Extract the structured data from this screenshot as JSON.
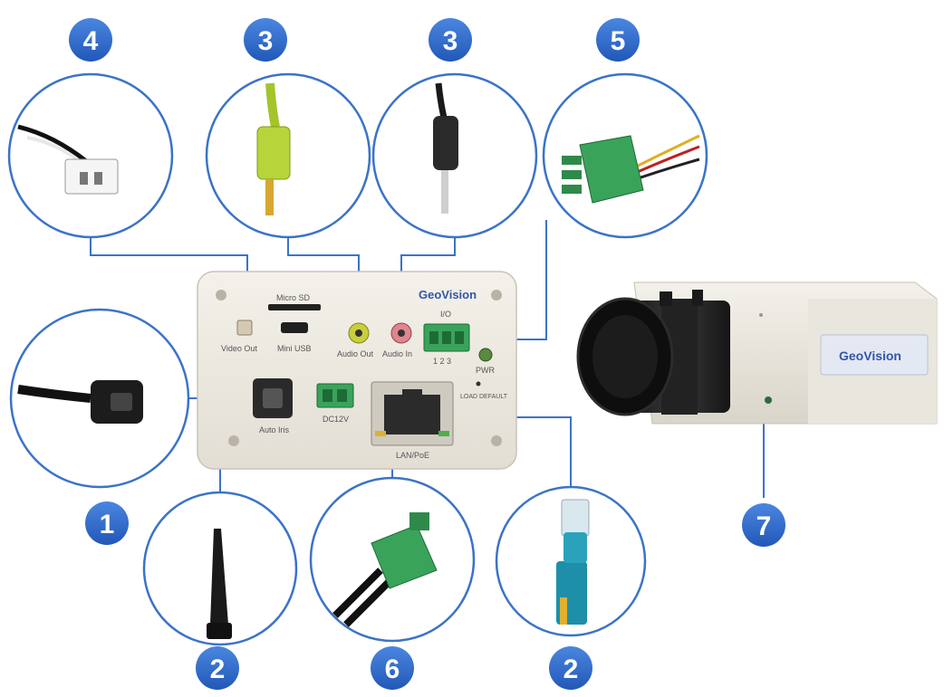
{
  "badges": [
    {
      "id": "badge-4",
      "text": "4"
    },
    {
      "id": "badge-3a",
      "text": "3"
    },
    {
      "id": "badge-3b",
      "text": "3"
    },
    {
      "id": "badge-5",
      "text": "5"
    },
    {
      "id": "badge-1",
      "text": "1"
    },
    {
      "id": "badge-2a",
      "text": "2"
    },
    {
      "id": "badge-6",
      "text": "6"
    },
    {
      "id": "badge-2b",
      "text": "2"
    },
    {
      "id": "badge-7",
      "text": "7"
    }
  ],
  "panel": {
    "brand": "GeoVision",
    "micro_sd": "Micro SD",
    "video_out": "Video Out",
    "mini_usb": "Mini USB",
    "audio_out": "Audio Out",
    "audio_in": "Audio In",
    "io": "I/O",
    "io_pins": "1  2  3",
    "pwr": "PWR",
    "load_default": "LOAD DEFAULT",
    "dc12v": "DC12V",
    "auto_iris": "Auto Iris",
    "lan_poe": "LAN/PoE"
  },
  "camera": {
    "brand": "GeoVision"
  },
  "colors": {
    "accent": "#2f6fd0",
    "line": "#3b73c8"
  }
}
